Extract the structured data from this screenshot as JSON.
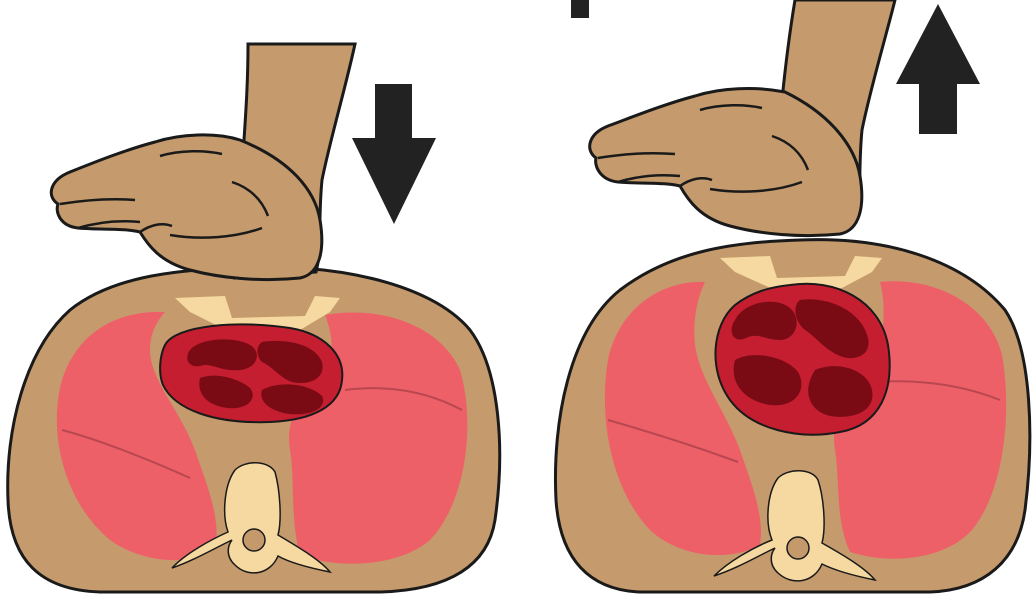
{
  "panels": [
    {
      "id": "compression",
      "arrow_direction": "down"
    },
    {
      "id": "release",
      "arrow_direction": "up"
    }
  ],
  "colors": {
    "skin": "#C59B6D",
    "body_tissue": "#C49A6C",
    "outline": "#1A1A1A",
    "lung": "#EE6068",
    "lung_fissure": "#B8474F",
    "heart_outer": "#C41E30",
    "heart_chamber": "#7A0A14",
    "bone": "#F6D9A0",
    "arrow": "#222222",
    "background": "#FFFFFF"
  }
}
